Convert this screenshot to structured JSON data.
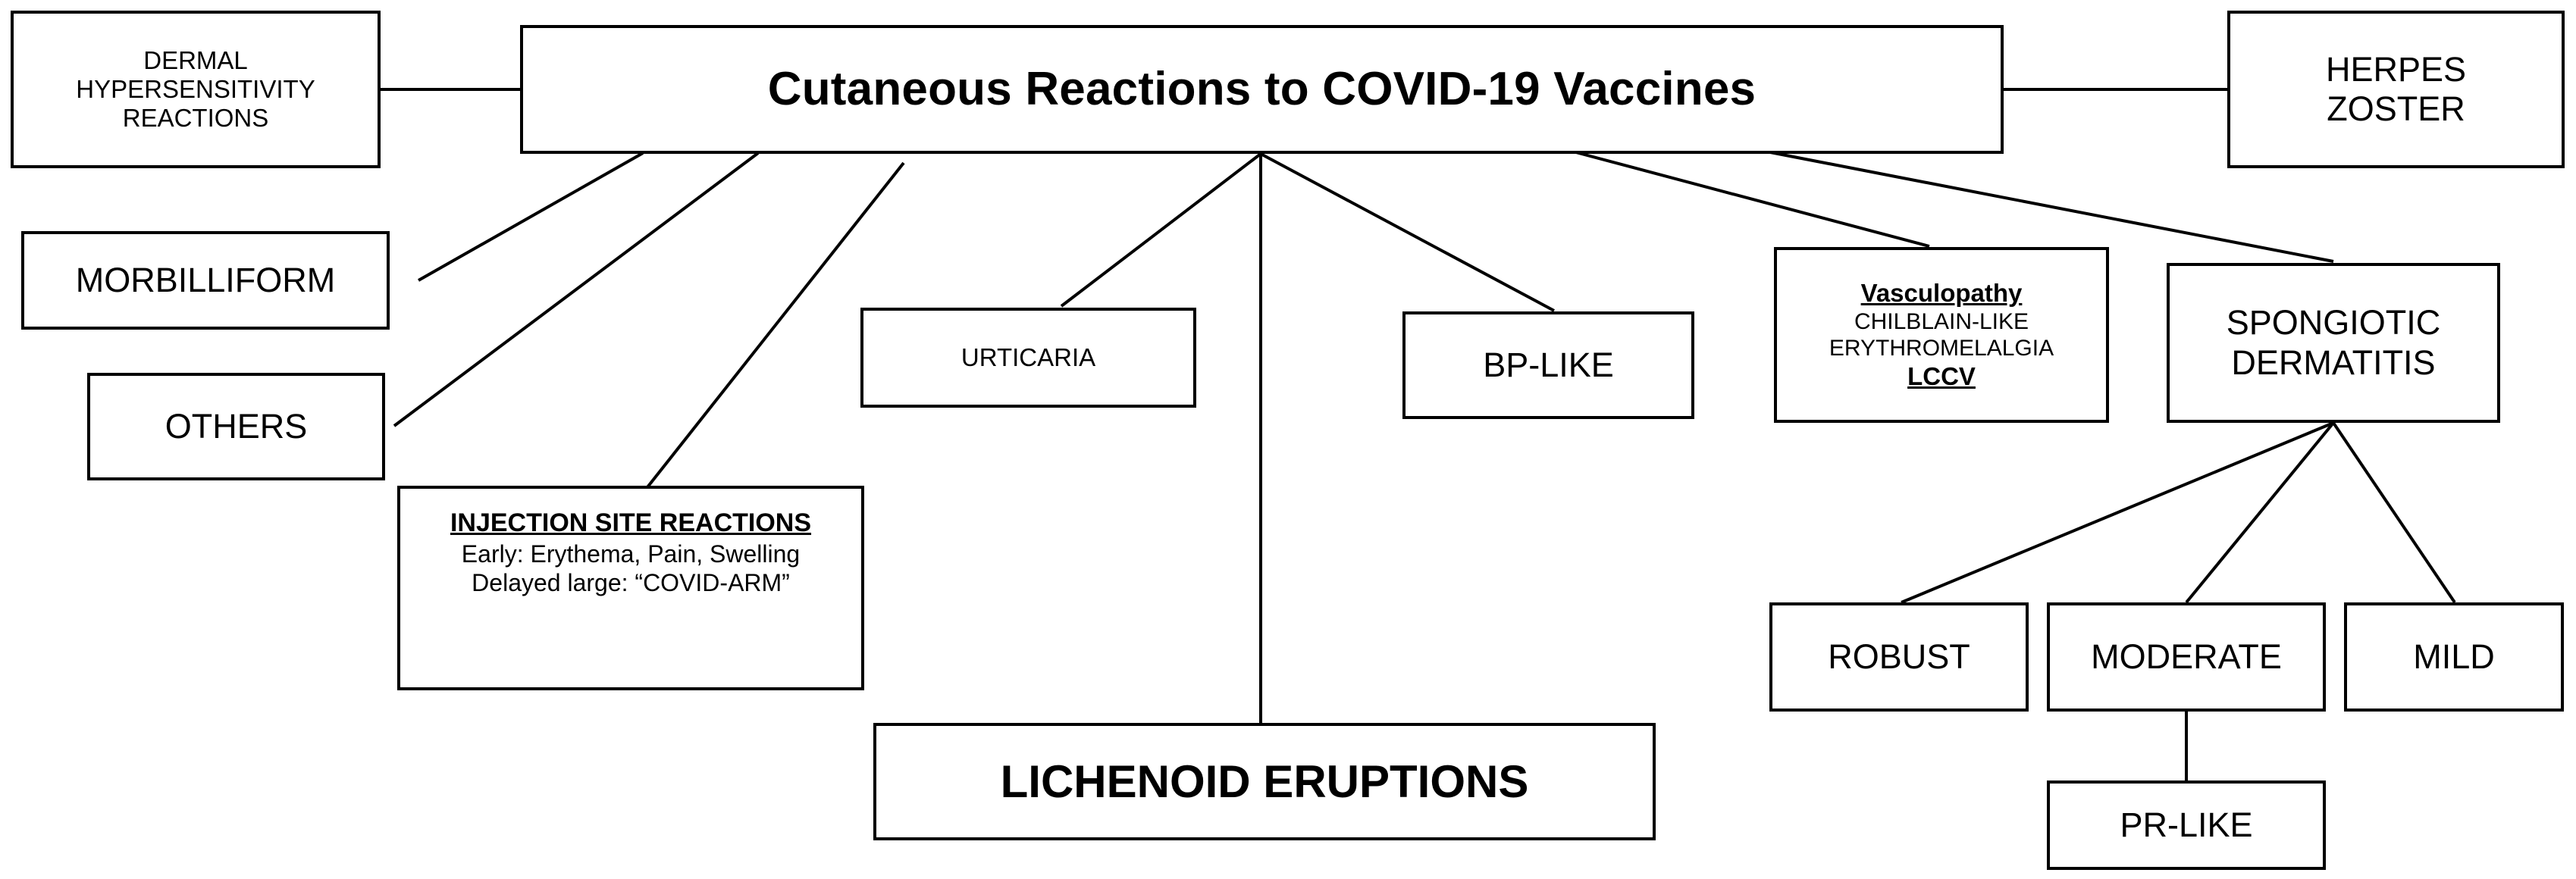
{
  "diagram": {
    "title": "Cutaneous Reactions to COVID-19 Vaccines",
    "root": {
      "label": "Cutaneous Reactions to COVID-19 Vaccines"
    },
    "nodes": {
      "dermal_hypersensitivity": {
        "line1": "DERMAL",
        "line2": "HYPERSENSITIVITY",
        "line3": "REACTIONS"
      },
      "herpes_zoster": {
        "line1": "HERPES",
        "line2": "ZOSTER"
      },
      "morbilliform": {
        "label": "MORBILLIFORM"
      },
      "others": {
        "label": "OTHERS"
      },
      "injection_site_reactions": {
        "header": "INJECTION SITE REACTIONS",
        "line1": "Early: Erythema, Pain, Swelling",
        "line2": "Delayed large: “COVID-ARM”"
      },
      "urticaria": {
        "label": "URTICARIA"
      },
      "lichenoid_eruptions": {
        "label": "LICHENOID ERUPTIONS"
      },
      "bp_like": {
        "label": "BP-LIKE"
      },
      "vasculopathy": {
        "header": "Vasculopathy",
        "line1": "CHILBLAIN-LIKE",
        "line2": "ERYTHROMELALGIA",
        "footer": "LCCV"
      },
      "spongiotic_dermatitis": {
        "line1": "SPONGIOTIC",
        "line2": "DERMATITIS"
      },
      "robust": {
        "label": "ROBUST"
      },
      "moderate": {
        "label": "MODERATE"
      },
      "mild": {
        "label": "MILD"
      },
      "pr_like": {
        "label": "PR-LIKE"
      }
    },
    "colors": {
      "stroke": "#000000",
      "background": "#ffffff",
      "text": "#000000"
    }
  }
}
